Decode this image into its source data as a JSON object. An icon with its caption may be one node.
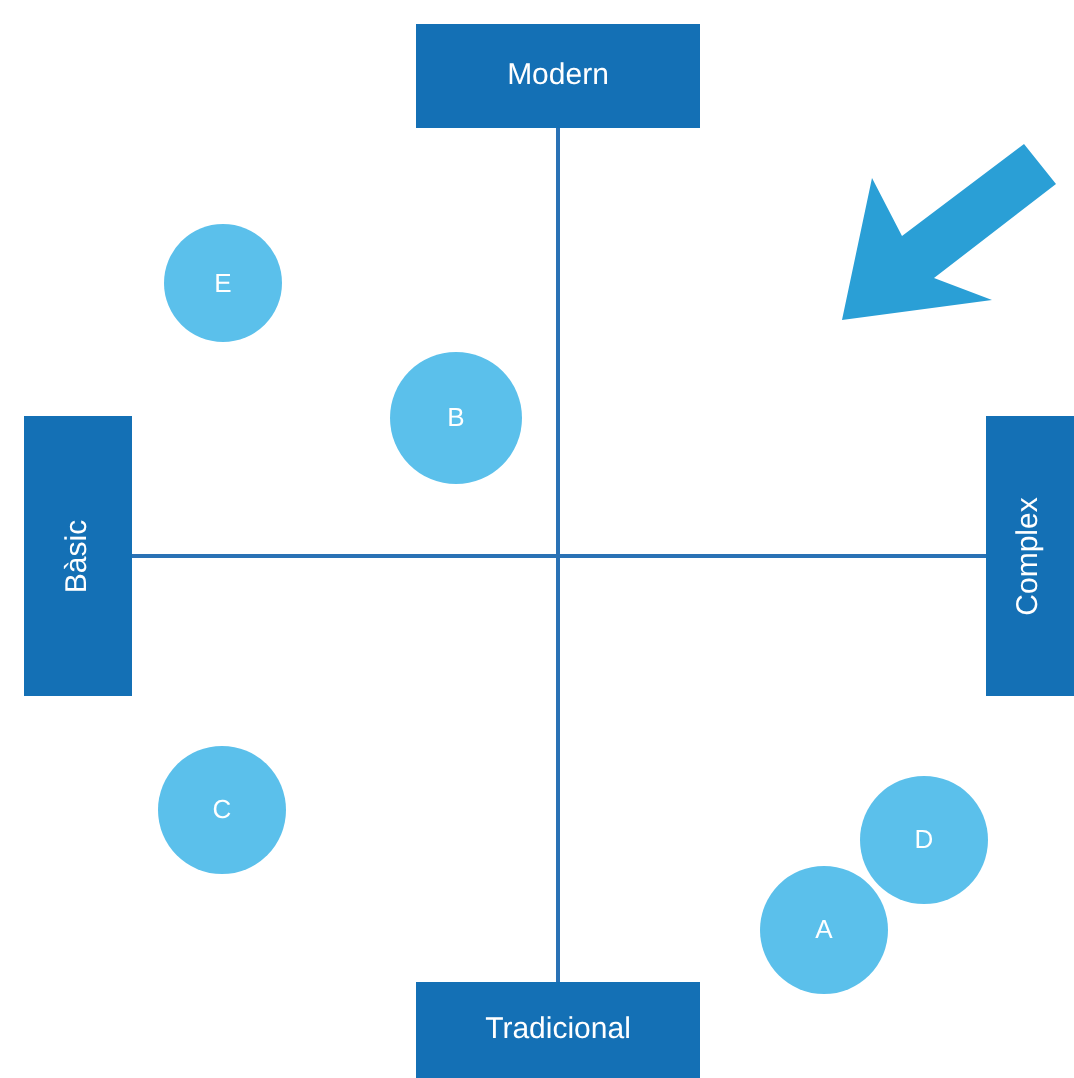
{
  "diagram": {
    "nodes": [
      {
        "text": [
          "Modern"
        ]
      },
      {
        "text": [
          "Tradicional"
        ]
      },
      {
        "text": [
          "Bàsic"
        ]
      },
      {
        "text": [
          "Complex"
        ]
      },
      {
        "text": [
          "E"
        ]
      },
      {
        "text": [
          "B"
        ]
      },
      {
        "text": [
          "C"
        ]
      },
      {
        "text": [
          "D"
        ]
      },
      {
        "text": [
          "A"
        ]
      }
    ],
    "edges": [
      {
        "from": 0,
        "to": 1,
        "arrow": "none"
      },
      {
        "from": 2,
        "to": 3,
        "arrow": "none"
      }
    ]
  }
}
